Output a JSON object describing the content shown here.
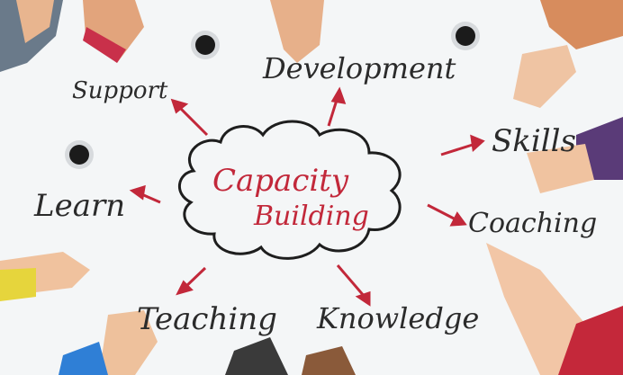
{
  "center": {
    "line1": "Capacity",
    "line2": "Building"
  },
  "branches": {
    "support": "Support",
    "development": "Development",
    "skills": "Skills",
    "coaching": "Coaching",
    "knowledge": "Knowledge",
    "teaching": "Teaching",
    "learn": "Learn"
  },
  "colors": {
    "ink": "#2b2b2b",
    "accent": "#c2283a",
    "paper": "#f4f6f7"
  }
}
